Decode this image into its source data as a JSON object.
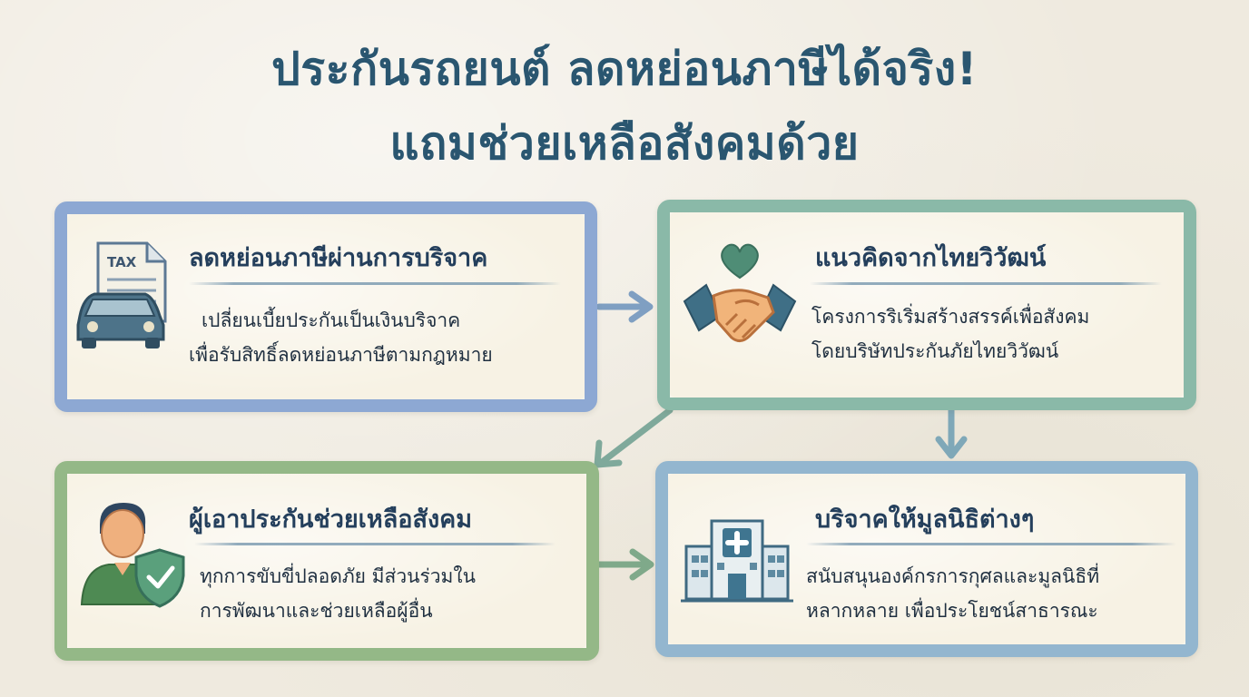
{
  "title": {
    "line1": "ประกันรถยนต์ ลดหย่อนภาษีได้จริง!",
    "line2": "แถมช่วยเหลือสังคมด้วย"
  },
  "cards": [
    {
      "title": "ลดหย่อนภาษีผ่านการบริจาค",
      "body": [
        "เปลี่ยนเบี้ยประกันเป็นเงินบริจาค",
        "เพื่อรับสิทธิ์ลดหย่อนภาษีตามกฎหมาย"
      ],
      "icon": "tax-document-car-icon",
      "icon_text": "TAX",
      "color": "#8da8d3"
    },
    {
      "title": "แนวคิดจากไทยวิวัฒน์",
      "body": [
        "โครงการริเริ่มสร้างสรรค์เพื่อสังคม",
        "โดยบริษัทประกันภัยไทยวิวัฒน์"
      ],
      "icon": "handshake-heart-icon",
      "color": "#8ab9a8"
    },
    {
      "title": "ผู้เอาประกันช่วยเหลือสังคม",
      "body": [
        "ทุกการขับขี่ปลอดภัย มีส่วนร่วมใน",
        "การพัฒนาและช่วยเหลือผู้อื่น"
      ],
      "icon": "person-shield-icon",
      "color": "#94b887"
    },
    {
      "title": "บริจาคให้มูลนิธิต่างๆ",
      "body": [
        "สนับสนุนองค์กรการกุศลและมูลนิธิที่",
        "หลากหลาย เพื่อประโยชน์สาธารณะ"
      ],
      "icon": "hospital-building-icon",
      "color": "#93b6cf"
    }
  ],
  "colors": {
    "title": "#2a5670",
    "card_title": "#243f5c",
    "arrow": "#7aa0b8",
    "arrow_green": "#7fa98a"
  }
}
